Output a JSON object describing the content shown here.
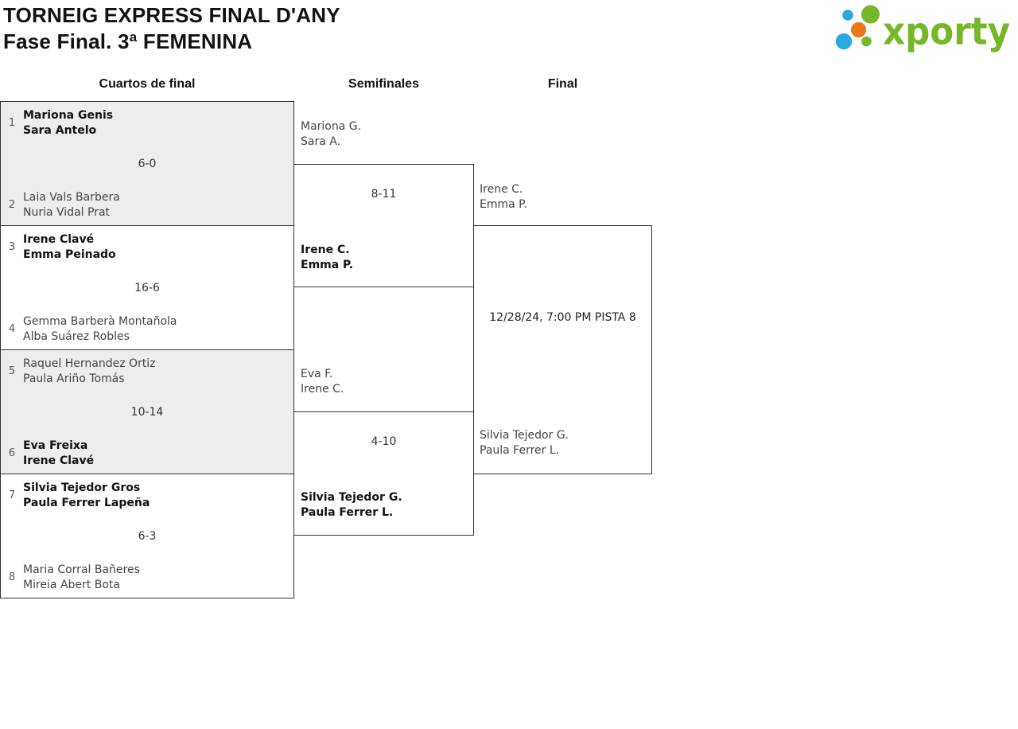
{
  "page": {
    "title_line1": "TORNEIG EXPRESS FINAL D'ANY",
    "title_line2": "Fase Final. 3ª FEMENINA"
  },
  "logo": {
    "brand": "xporty",
    "green": "#76b629",
    "blue": "#29a9e0",
    "orange": "#e87818"
  },
  "round_headers": {
    "quarterfinals": "Cuartos de final",
    "semifinals": "Semifinales",
    "final": "Final"
  },
  "quarterfinals": [
    {
      "seed_top": "1",
      "team_top_line1": "Mariona Genis",
      "team_top_line2": "Sara Antelo",
      "score": "6-0",
      "winner": "top",
      "seed_bottom": "2",
      "team_bottom_line1": "Laia Vals Barbera",
      "team_bottom_line2": "Nuria Vidal Prat"
    },
    {
      "seed_top": "3",
      "team_top_line1": "Irene Clavé",
      "team_top_line2": "Emma Peinado",
      "score": "16-6",
      "winner": "top",
      "seed_bottom": "4",
      "team_bottom_line1": "Gemma Barberà Montañola",
      "team_bottom_line2": "Alba Suárez Robles"
    },
    {
      "seed_top": "5",
      "team_top_line1": "Raquel Hernandez Ortiz",
      "team_top_line2": "Paula Ariño Tomás",
      "score": "10-14",
      "winner": "bottom",
      "seed_bottom": "6",
      "team_bottom_line1": "Eva Freixa",
      "team_bottom_line2": "Irene Clavé"
    },
    {
      "seed_top": "7",
      "team_top_line1": "Silvia Tejedor Gros",
      "team_top_line2": "Paula Ferrer Lapeña",
      "score": "6-3",
      "winner": "top",
      "seed_bottom": "8",
      "team_bottom_line1": "Maria Corral Bañeres",
      "team_bottom_line2": "Mireia Abert Bota"
    }
  ],
  "semifinals": [
    {
      "team_top_line1": "Mariona G.",
      "team_top_line2": "Sara A.",
      "score": "8-11",
      "winner": "bottom",
      "team_bottom_line1": "Irene C.",
      "team_bottom_line2": "Emma P."
    },
    {
      "team_top_line1": "Eva F.",
      "team_top_line2": "Irene C.",
      "score": "4-10",
      "winner": "bottom",
      "team_bottom_line1": "Silvia Tejedor G.",
      "team_bottom_line2": "Paula Ferrer L."
    }
  ],
  "final": {
    "team_top_line1": "Irene C.",
    "team_top_line2": "Emma P.",
    "info": "12/28/24, 7:00 PM PISTA 8",
    "team_bottom_line1": "Silvia Tejedor G.",
    "team_bottom_line2": "Paula Ferrer L."
  }
}
